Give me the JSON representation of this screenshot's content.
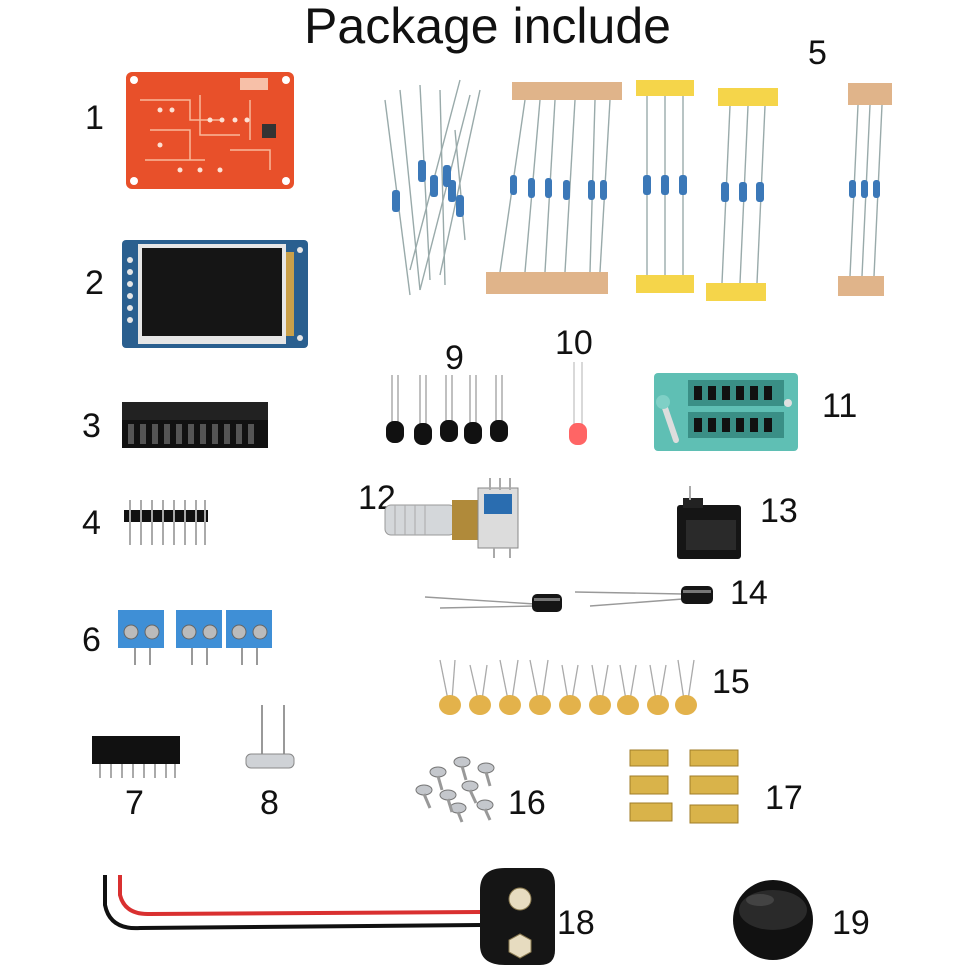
{
  "title": "Package include",
  "labels": [
    "1",
    "2",
    "3",
    "4",
    "5",
    "6",
    "7",
    "8",
    "9",
    "10",
    "11",
    "12",
    "13",
    "14",
    "15",
    "16",
    "17",
    "18",
    "19"
  ],
  "items": [
    {
      "id": 1,
      "name": "pcb-board-icon"
    },
    {
      "id": 2,
      "name": "tft-lcd-display-icon"
    },
    {
      "id": 3,
      "name": "ic-socket-strip-icon"
    },
    {
      "id": 4,
      "name": "pin-header-icon"
    },
    {
      "id": 5,
      "name": "resistors-icon"
    },
    {
      "id": 6,
      "name": "screw-terminal-icon"
    },
    {
      "id": 7,
      "name": "female-header-icon"
    },
    {
      "id": 8,
      "name": "crystal-oscillator-icon"
    },
    {
      "id": 9,
      "name": "transistors-icon"
    },
    {
      "id": 10,
      "name": "led-icon"
    },
    {
      "id": 11,
      "name": "zif-socket-icon"
    },
    {
      "id": 12,
      "name": "rotary-encoder-icon"
    },
    {
      "id": 13,
      "name": "dc-power-jack-icon"
    },
    {
      "id": 14,
      "name": "electrolytic-capacitor-icon"
    },
    {
      "id": 15,
      "name": "ceramic-capacitors-icon"
    },
    {
      "id": 16,
      "name": "screws-icon"
    },
    {
      "id": 17,
      "name": "brass-standoffs-icon"
    },
    {
      "id": 18,
      "name": "battery-clip-icon"
    },
    {
      "id": 19,
      "name": "knob-icon"
    }
  ],
  "colors": {
    "pcb": "#e8502a",
    "lcd_board": "#2a5f8f",
    "terminal": "#3f8fd6",
    "zif": "#5fbfb4",
    "tape_brown": "#e0b48a",
    "tape_yellow": "#f5d54a",
    "brass": "#d9b34a",
    "ceramic": "#e3b24b"
  }
}
